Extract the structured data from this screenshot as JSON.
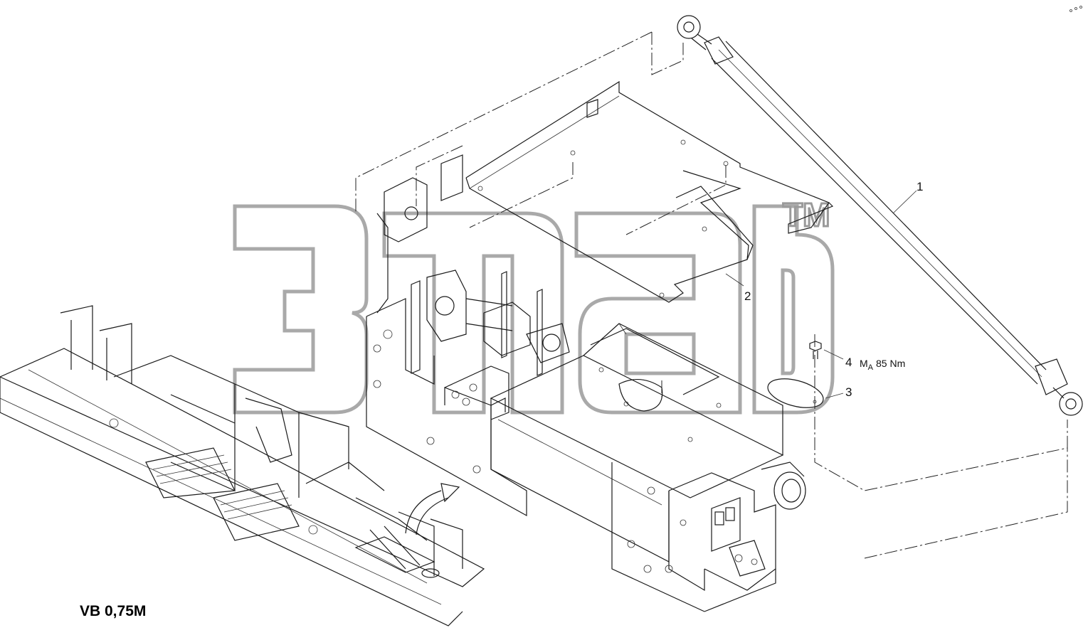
{
  "diagram": {
    "model_label": "VB 0,75M",
    "watermark_tm": "TM",
    "callouts": [
      {
        "id": "1",
        "text": "1"
      },
      {
        "id": "2",
        "text": "2"
      },
      {
        "id": "3",
        "text": "3"
      },
      {
        "id": "4",
        "text": "4"
      }
    ],
    "torque": {
      "symbol": "M",
      "subscript": "A",
      "value": "85 Nm"
    }
  }
}
